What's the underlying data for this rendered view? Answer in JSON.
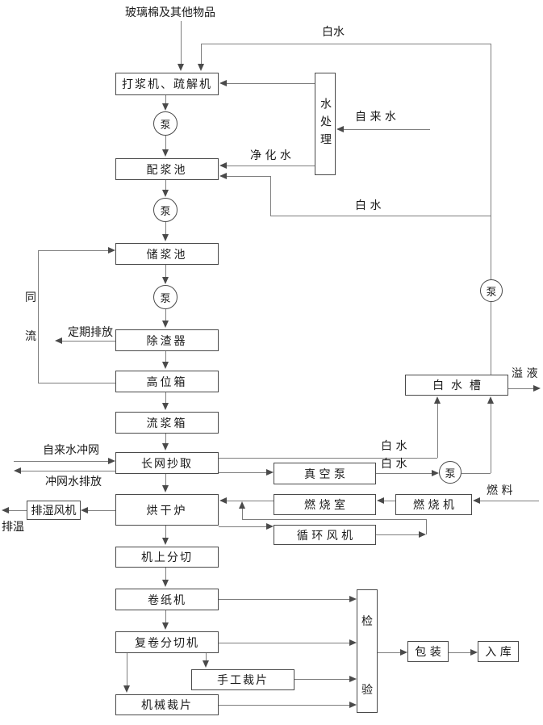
{
  "diagram": {
    "input_label": "玻璃棉及其他物品",
    "pump_label": "泵",
    "boxes": {
      "beater": "打浆机、疏解机",
      "water_treatment": "水处理",
      "mixing_pool": "配浆池",
      "storage_pool": "储浆池",
      "deslagger": "除渣器",
      "head_tank": "高位箱",
      "flow_box": "流浆箱",
      "fourdrinier": "长网抄取",
      "vacuum_pump": "真 空 泵",
      "white_water_tank": "白  水  槽",
      "drying_furnace": "烘干炉",
      "dehumidify_fan": "排湿风机",
      "combustion_chamber": "燃 烧 室",
      "combustion_machine": "燃 烧 机",
      "circulation_fan": "循 环 风 机",
      "on_machine_slitting": "机上分切",
      "paper_winder": "卷纸机",
      "rewinder_slitter": "复卷分切机",
      "manual_cutting": "手工裁片",
      "mechanical_cutting": "机械裁片",
      "inspection_top": "检",
      "inspection_bottom": "验",
      "packaging": "包 装",
      "warehousing": "入 库"
    },
    "labels": {
      "white_water_top": "白水",
      "tap_water": "自 来 水",
      "purified_water": "净 化 水",
      "white_water_to_mixing": "白 水",
      "recirc_1": "同",
      "recirc_2": "流",
      "periodic_discharge": "定期排放",
      "tap_water_wash": "自来水冲网",
      "wash_water_discharge": "冲网水排放",
      "white_water_upper": "白 水",
      "white_water_lower": "白 水",
      "overflow": "溢 液",
      "fuel": "燃 料",
      "exhaust_heat": "排温"
    },
    "colors": {
      "line": "#7e7e7e",
      "box_border": "#4a4a4a",
      "text": "#1a1a1a",
      "background": "#ffffff"
    }
  }
}
